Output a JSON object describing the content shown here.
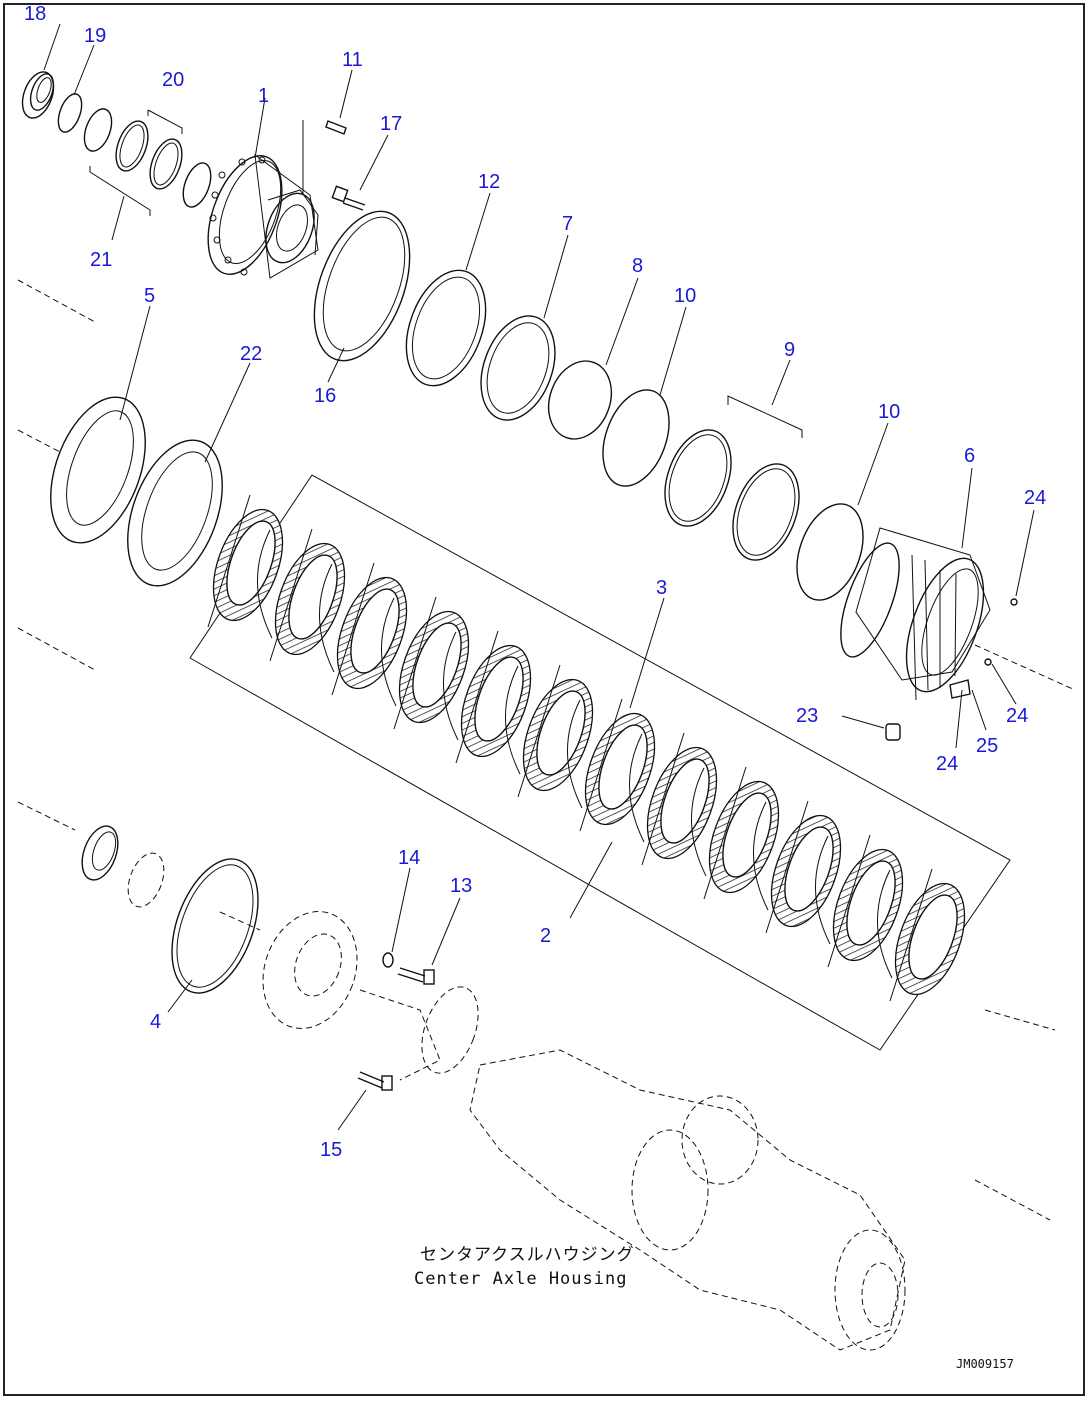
{
  "callouts": [
    {
      "id": "c18",
      "text": "18"
    },
    {
      "id": "c19",
      "text": "19"
    },
    {
      "id": "c20",
      "text": "20"
    },
    {
      "id": "c1",
      "text": "1"
    },
    {
      "id": "c11",
      "text": "11"
    },
    {
      "id": "c17",
      "text": "17"
    },
    {
      "id": "c12",
      "text": "12"
    },
    {
      "id": "c7",
      "text": "7"
    },
    {
      "id": "c8",
      "text": "8"
    },
    {
      "id": "c10a",
      "text": "10"
    },
    {
      "id": "c9",
      "text": "9"
    },
    {
      "id": "c10b",
      "text": "10"
    },
    {
      "id": "c21",
      "text": "21"
    },
    {
      "id": "c5",
      "text": "5"
    },
    {
      "id": "c22",
      "text": "22"
    },
    {
      "id": "c16",
      "text": "16"
    },
    {
      "id": "c6",
      "text": "6"
    },
    {
      "id": "c24a",
      "text": "24"
    },
    {
      "id": "c3",
      "text": "3"
    },
    {
      "id": "c23",
      "text": "23"
    },
    {
      "id": "c24b",
      "text": "24"
    },
    {
      "id": "c25",
      "text": "25"
    },
    {
      "id": "c24c",
      "text": "24"
    },
    {
      "id": "c14",
      "text": "14"
    },
    {
      "id": "c13",
      "text": "13"
    },
    {
      "id": "c2",
      "text": "2"
    },
    {
      "id": "c4",
      "text": "4"
    },
    {
      "id": "c15",
      "text": "15"
    }
  ],
  "caption": {
    "japanese": "センタアクスルハウジング",
    "english": "Center Axle Housing"
  },
  "figure_id": "JM009157",
  "colors": {
    "callout": "#1a1ad6",
    "line": "#111111",
    "background": "#ffffff"
  }
}
